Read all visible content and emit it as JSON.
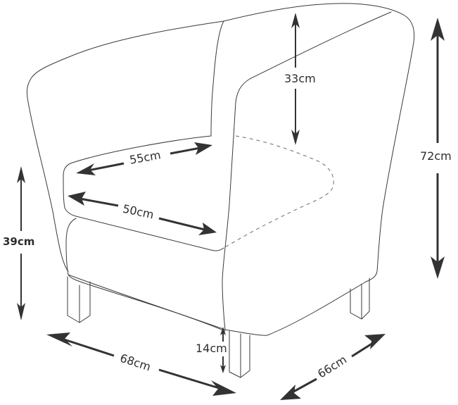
{
  "diagram": {
    "subject": "Tub chair dimensions",
    "line_color": "#3a3a3a",
    "arrow_color": "#333333",
    "dimensions": {
      "back_height": {
        "label": "33cm",
        "description": "backrest height above seat"
      },
      "total_height": {
        "label": "72cm",
        "description": "overall height"
      },
      "seat_height": {
        "label": "39cm",
        "description": "seat height from floor"
      },
      "seat_width": {
        "label": "55cm",
        "description": "seat width"
      },
      "seat_depth": {
        "label": "50cm",
        "description": "seat depth"
      },
      "leg_height": {
        "label": "14cm",
        "description": "leg height"
      },
      "overall_width": {
        "label": "68cm",
        "description": "overall width"
      },
      "overall_depth": {
        "label": "66cm",
        "description": "overall depth"
      }
    }
  }
}
